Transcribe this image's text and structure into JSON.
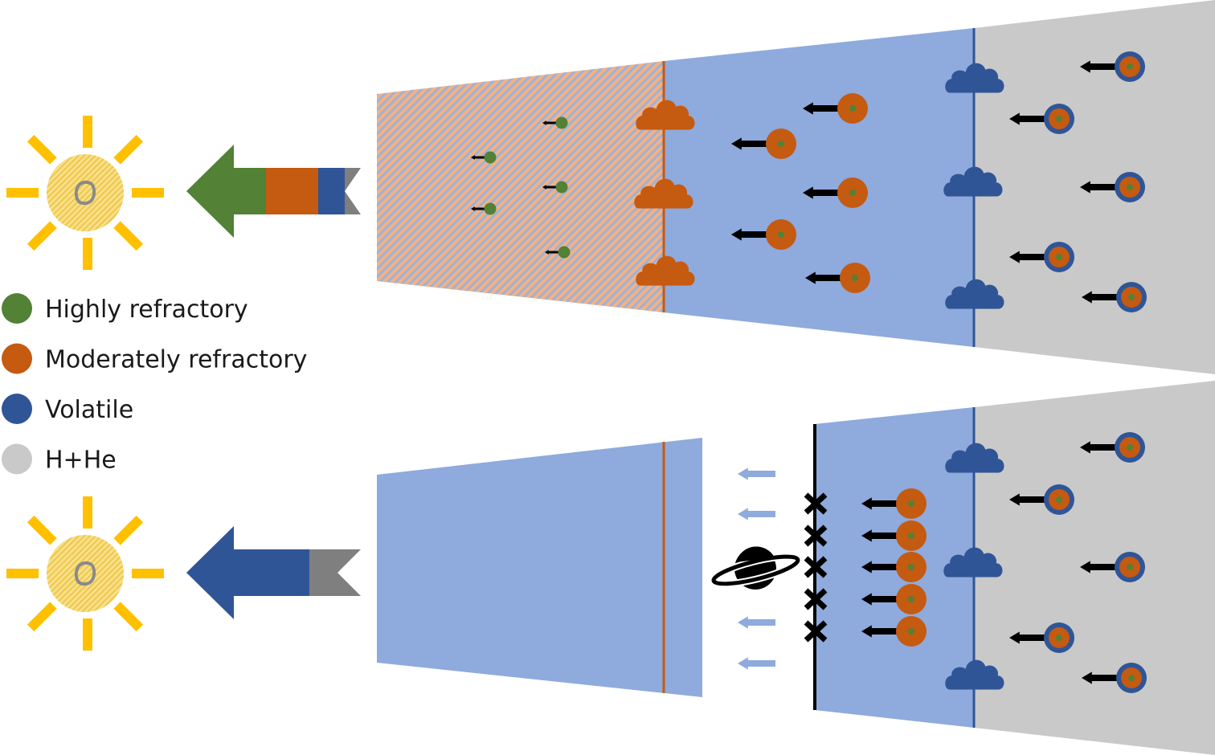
{
  "legend": [
    {
      "label": "Highly refractory",
      "color": "#538135"
    },
    {
      "label": "Moderately refractory",
      "color": "#C55A11"
    },
    {
      "label": "Volatile",
      "color": "#2F5597"
    },
    {
      "label": "H+He",
      "color": "#C9C9C9"
    }
  ],
  "colors": {
    "sun_core": "#F3D36B",
    "sun_rays": "#FFC000",
    "highly_refractory": "#538135",
    "moderately_refractory": "#C55A11",
    "volatile": "#2F5597",
    "hhe_flow": "#7F7F7F",
    "ice_zone": "#8FAADC",
    "gas_zone": "#C9C9C9",
    "hatch_base": "#F4B183"
  },
  "icons": {
    "sun": "sun-icon",
    "planet": "ringed-planet-icon",
    "cloud": "cloud-icon",
    "pebble": "pebble-icon",
    "drift_arrow": "arrow-left-icon",
    "blocked_marker": "x-mark-icon"
  }
}
